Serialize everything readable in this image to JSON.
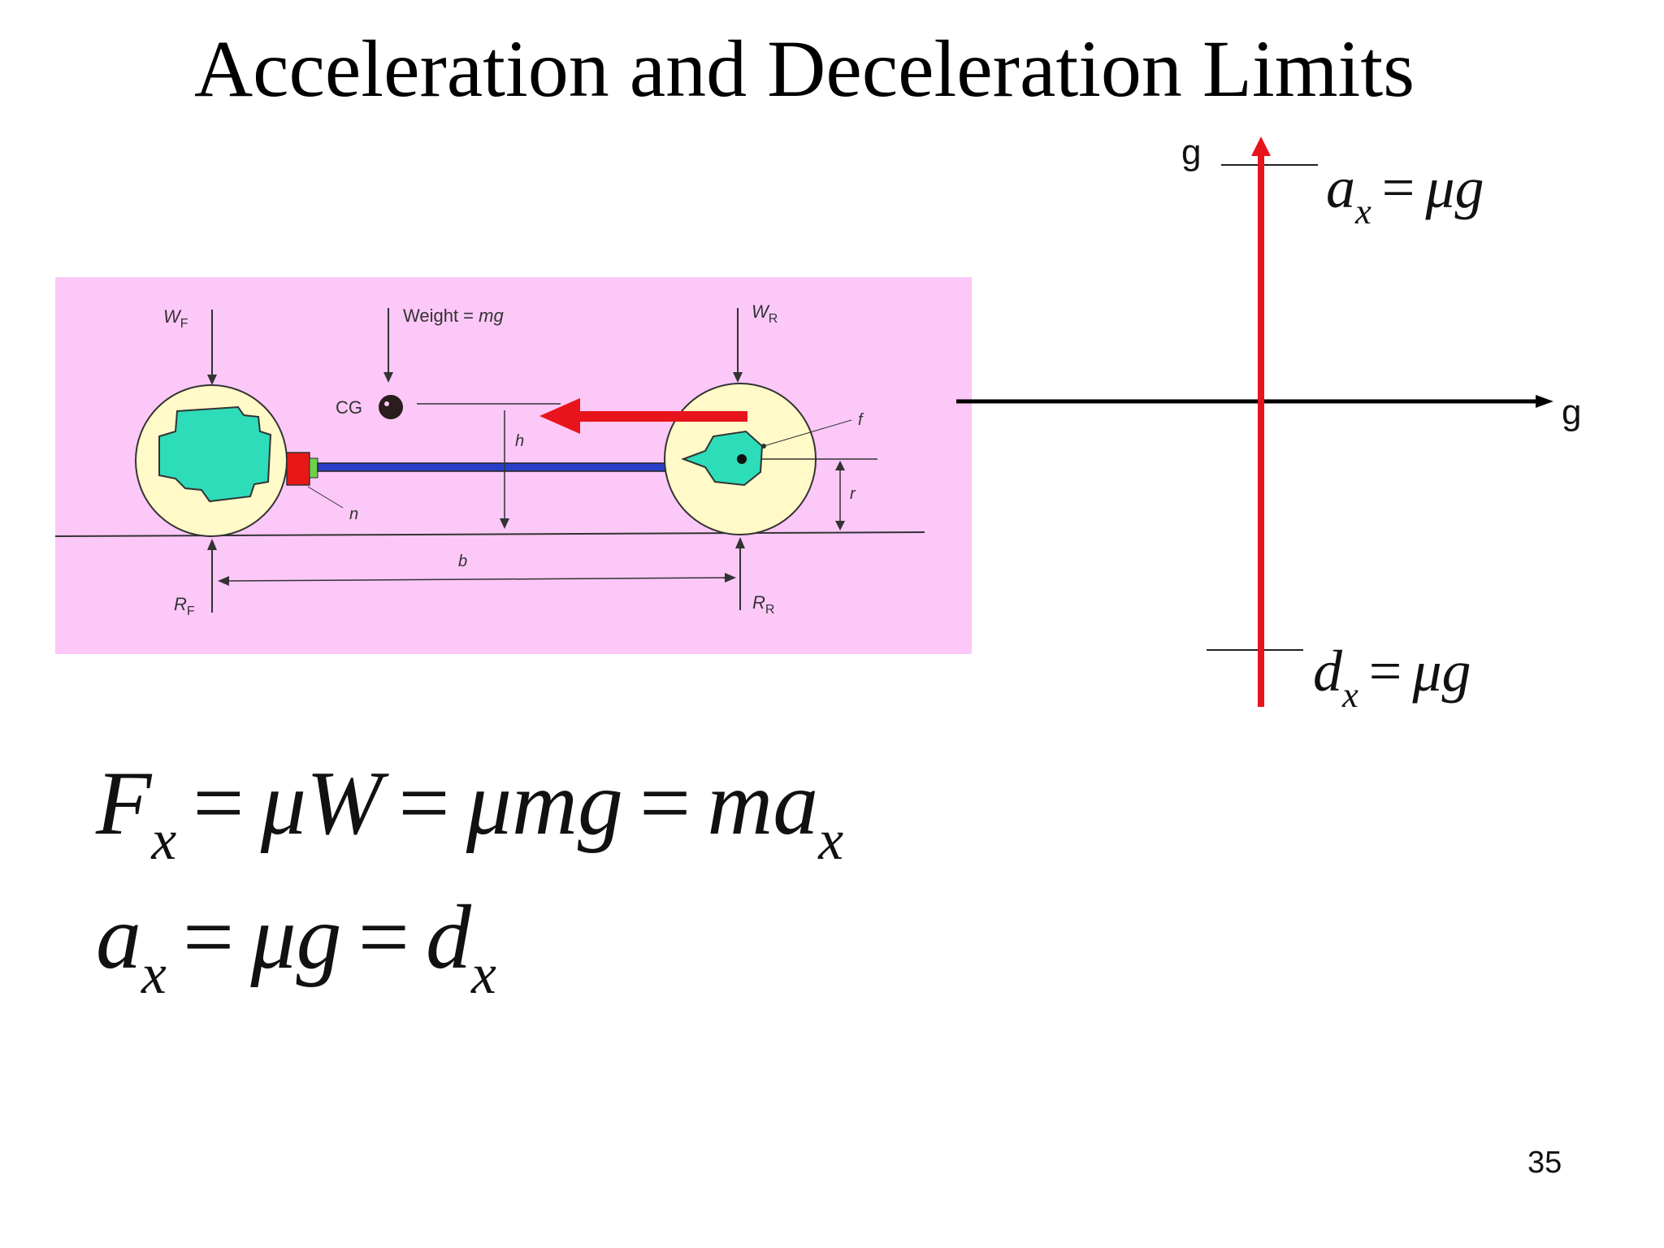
{
  "slide": {
    "title": "Acceleration and Deceleration Limits",
    "page_number": "35"
  },
  "diagram": {
    "background_color": "#fcc8f8",
    "labels": {
      "wf": "W",
      "wf_sub": "F",
      "weight": "Weight = ",
      "weight_italic": "mg",
      "wr": "W",
      "wr_sub": "R",
      "cg": "CG",
      "h": "h",
      "f": "f",
      "r": "r",
      "n": "n",
      "b": "b",
      "rf": "R",
      "rf_sub": "F",
      "rr": "R",
      "rr_sub": "R"
    }
  },
  "axes": {
    "vertical_label": "g",
    "horizontal_label": "g",
    "accel_color": "#e8141c"
  },
  "eq_top": {
    "lhs": "a",
    "sub": "x",
    "op": "=",
    "rhs": "μg"
  },
  "eq_bottom": {
    "lhs": "d",
    "sub": "x",
    "op": "=",
    "rhs": "μg"
  },
  "equation1": {
    "f": "F",
    "f_sub": "x",
    "op1": "=",
    "t1": "μW",
    "op2": "=",
    "t2": "μmg",
    "op3": "=",
    "t3": "ma",
    "t3_sub": "x"
  },
  "equation2": {
    "a": "a",
    "a_sub": "x",
    "op1": "=",
    "t1": "μg",
    "op2": "=",
    "d": "d",
    "d_sub": "x"
  }
}
